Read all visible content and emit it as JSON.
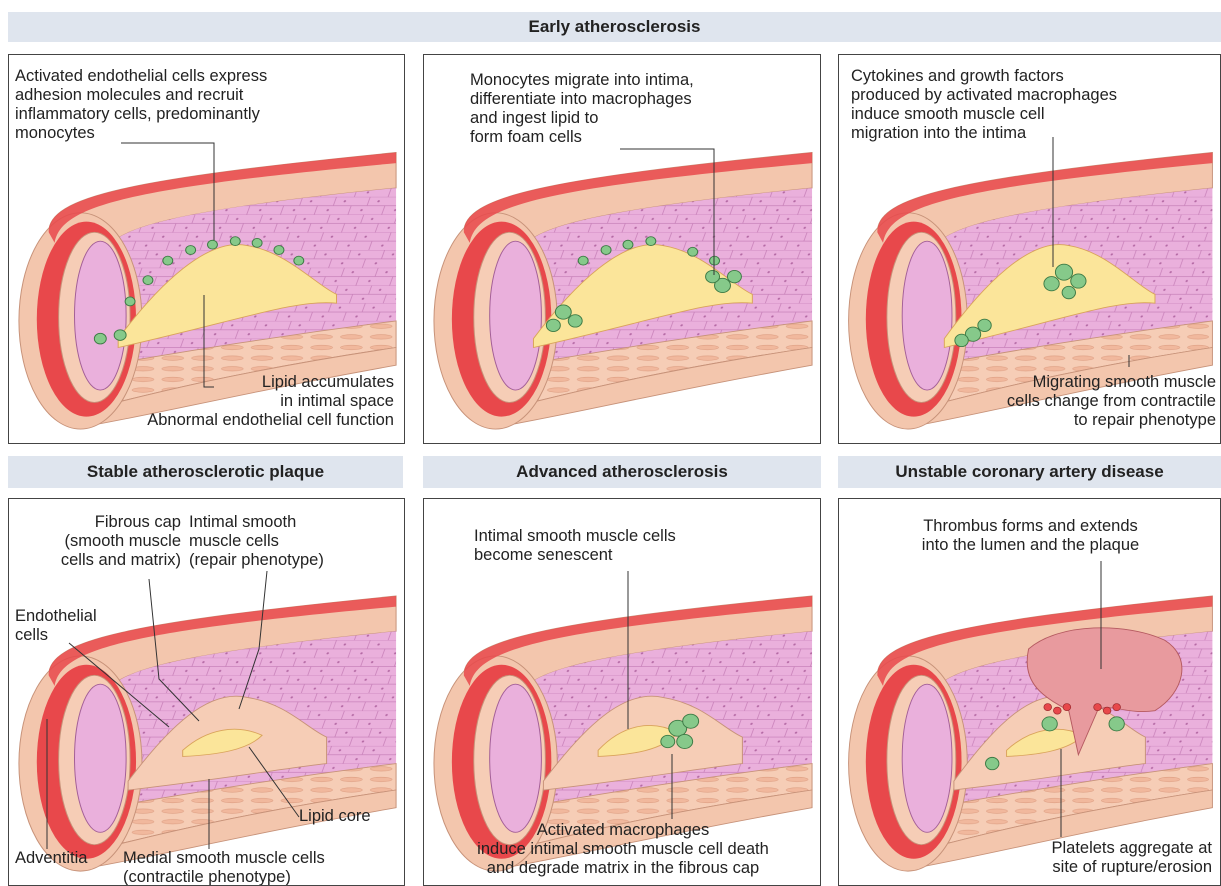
{
  "headers": {
    "top": "Early atherosclerosis",
    "stable": "Stable atherosclerotic plaque",
    "advanced": "Advanced atherosclerosis",
    "unstable": "Unstable coronary artery disease"
  },
  "panel1": {
    "top_label": "Activated endothelial cells express\nadhesion molecules and recruit\ninflammatory cells, predominantly\nmonocytes",
    "bottom_label_1": "Lipid accumulates\nin intimal space",
    "bottom_label_2": "Abnormal endothelial cell function"
  },
  "panel2": {
    "top_label": "Monocytes migrate into intima,\ndifferentiate into macrophages\nand ingest lipid to\nform foam cells"
  },
  "panel3": {
    "top_label": "Cytokines and growth factors\nproduced by activated macrophages\ninduce smooth muscle cell\nmigration into the intima",
    "bottom_label": "Migrating smooth muscle\ncells change from contractile\nto repair phenotype"
  },
  "panel4": {
    "fibrous_cap": "Fibrous cap\n(smooth muscle\ncells and matrix)",
    "intimal_smc": "Intimal smooth\nmuscle cells\n(repair phenotype)",
    "endothelial": "Endothelial\ncells",
    "lipid_core": "Lipid core",
    "adventitia": "Adventitia",
    "medial_smc": "Medial smooth muscle cells\n(contractile phenotype)"
  },
  "panel5": {
    "top_label": "Intimal smooth muscle cells\nbecome senescent",
    "bottom_label": "Activated macrophages\ninduce intimal smooth muscle cell death\nand degrade matrix in the fibrous cap"
  },
  "panel6": {
    "top_label": "Thrombus forms and extends\ninto the lumen and the plaque",
    "bottom_label": "Platelets aggregate at\nsite of rupture/erosion"
  },
  "colors": {
    "band": "#dfe5ee",
    "vessel_outer": "#f3c6ad",
    "vessel_red": "#e8484b",
    "lumen": "#e9a6d6",
    "lipid": "#fbe59a",
    "cells": "#86c98a",
    "thrombus": "#e89a9e"
  }
}
